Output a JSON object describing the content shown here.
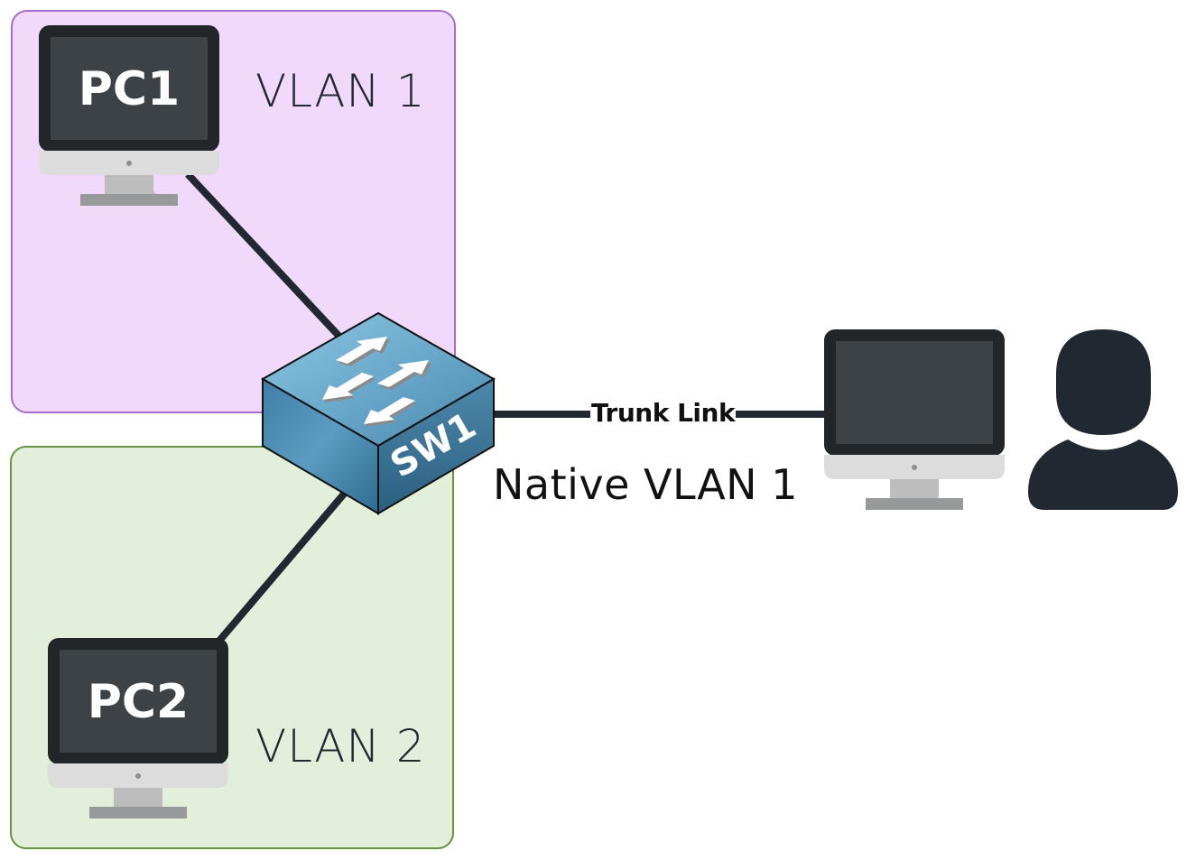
{
  "diagram": {
    "title": "VLAN trunk native VLAN topology",
    "zones": [
      {
        "id": "vlan1",
        "label": "VLAN 1",
        "fill": "#f0d9fa",
        "border": "#a86ccf"
      },
      {
        "id": "vlan2",
        "label": "VLAN 2",
        "fill": "#e2efda",
        "border": "#67923f"
      }
    ],
    "nodes": {
      "pc1": {
        "label": "PC1",
        "type": "desktop-computer",
        "zone": "vlan1"
      },
      "pc2": {
        "label": "PC2",
        "type": "desktop-computer",
        "zone": "vlan2"
      },
      "switch": {
        "label": "SW1",
        "type": "network-switch",
        "color": "#4a8db5"
      },
      "remote_pc": {
        "label": "",
        "type": "desktop-computer"
      },
      "user": {
        "label": "",
        "type": "user-silhouette"
      }
    },
    "links": [
      {
        "from": "pc1",
        "to": "switch",
        "label": ""
      },
      {
        "from": "pc2",
        "to": "switch",
        "label": ""
      },
      {
        "from": "switch",
        "to": "remote_pc",
        "label": "Trunk Link",
        "annotation": "Native VLAN 1"
      }
    ],
    "colors": {
      "link": "#222831",
      "monitor_bezel": "#222629",
      "monitor_screen": "#3d4246",
      "monitor_chin": "#dcdcdc",
      "monitor_stand": "#bdbdbd",
      "monitor_base": "#97999b",
      "user": "#222831"
    }
  }
}
